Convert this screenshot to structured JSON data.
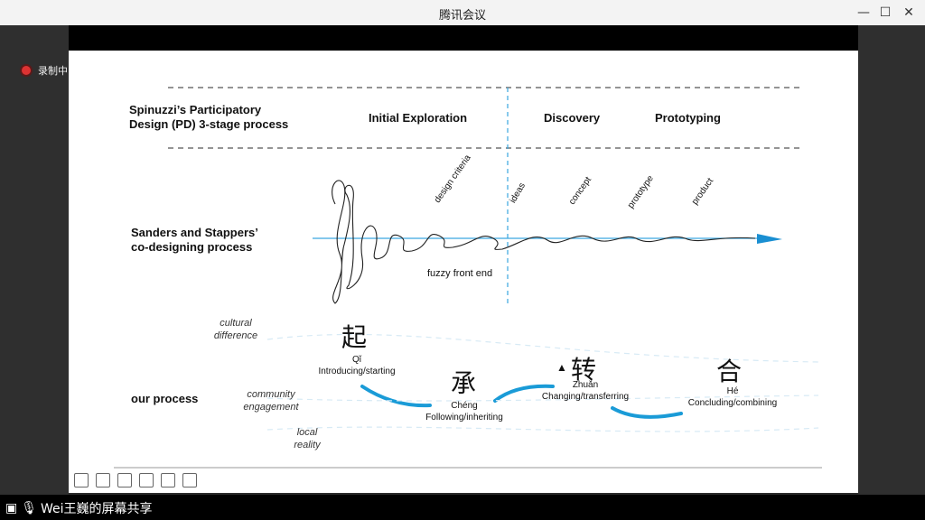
{
  "window": {
    "title": "腾讯会议"
  },
  "recording": {
    "label": "录制中"
  },
  "share": {
    "label": "Wei王巍的屏幕共享"
  },
  "slide": {
    "pd_title_line1": "Spinuzzi’s Participatory",
    "pd_title_line2": "Design (PD) 3-stage process",
    "stages": [
      "Initial Exploration",
      "Discovery",
      "Prototyping"
    ],
    "cd_title_line1": "Sanders and Stappers’",
    "cd_title_line2": "co-designing process",
    "cd_labels": [
      "design criteria",
      "ideas",
      "concept",
      "prototype",
      "product"
    ],
    "fuzzy": "fuzzy front end",
    "our_process": "our process",
    "left_notes": [
      {
        "line1": "cultural",
        "line2": "difference"
      },
      {
        "line1": "community",
        "line2": "engagement"
      },
      {
        "line1": "local",
        "line2": "reality"
      }
    ],
    "steps": [
      {
        "han": "起",
        "pinyin": "Qǐ",
        "desc": "Introducing/starting"
      },
      {
        "han": "承",
        "pinyin": "Chéng",
        "desc": "Following/inheriting"
      },
      {
        "han": "转",
        "pinyin": "Zhuǎn",
        "desc": "Changing/transferring"
      },
      {
        "han": "合",
        "pinyin": "Hé",
        "desc": "Concluding/combining"
      }
    ]
  },
  "colors": {
    "accent_blue": "#1a9bd7",
    "arrow_blue": "#3aa7e0"
  }
}
